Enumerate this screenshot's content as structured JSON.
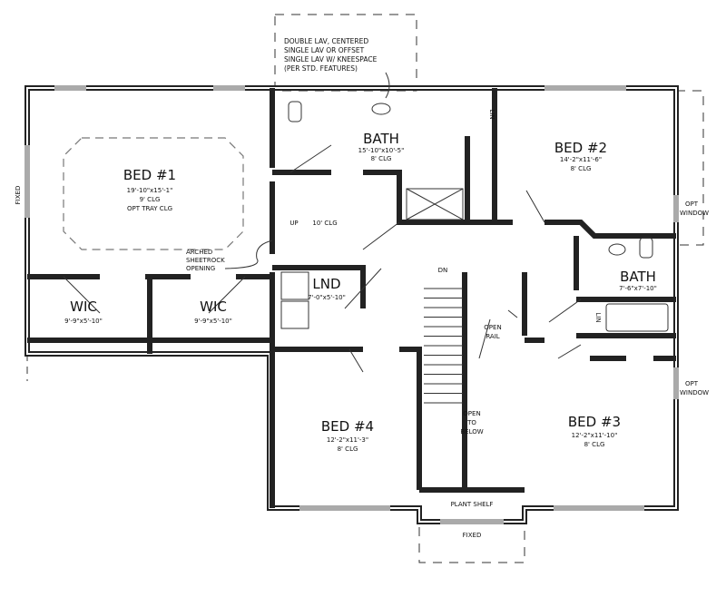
{
  "note": [
    "DOUBLE LAV, CENTERED",
    "SINGLE LAV OR OFFSET",
    "SINGLE LAV W/ KNEESPACE",
    "(PER STD. FEATURES)"
  ],
  "rooms": {
    "bed1": {
      "name": "BED #1",
      "dims": "19'-10\"x15'-1\"",
      "clg": "9' CLG",
      "extra": "OPT TRAY CLG"
    },
    "bath1": {
      "name": "BATH",
      "dims": "15'-10\"x10'-5\"",
      "clg": "8' CLG"
    },
    "bed2": {
      "name": "BED #2",
      "dims": "14'-2\"x11'-6\"",
      "clg": "8' CLG"
    },
    "hall": {
      "up": "UP",
      "clg": "10' CLG"
    },
    "lnd": {
      "name": "LND",
      "dims": "7'-0\"x5'-10\""
    },
    "wic1": {
      "name": "WIC",
      "dims": "9'-9\"x5'-10\""
    },
    "wic2": {
      "name": "WIC",
      "dims": "9'-9\"x5'-10\""
    },
    "bath2": {
      "name": "BATH",
      "dims": "7'-6\"x7'-10\""
    },
    "bed4": {
      "name": "BED #4",
      "dims": "12'-2\"x11'-3\"",
      "clg": "8' CLG"
    },
    "bed3": {
      "name": "BED #3",
      "dims": "12'-2\"x11'-10\"",
      "clg": "8' CLG"
    }
  },
  "labels": {
    "fixed_left": "FIXED",
    "fixed_bottom": "FIXED",
    "arched": [
      "ARCHED",
      "SHEETROCK",
      "OPENING"
    ],
    "dn": "DN",
    "open_rail": [
      "OPEN",
      "RAIL"
    ],
    "open_below": [
      "OPEN",
      "TO",
      "BELOW"
    ],
    "plant_shelf": "PLANT SHELF",
    "lin": "LIN",
    "opt_window": [
      "OPT",
      "WINDOW"
    ]
  }
}
